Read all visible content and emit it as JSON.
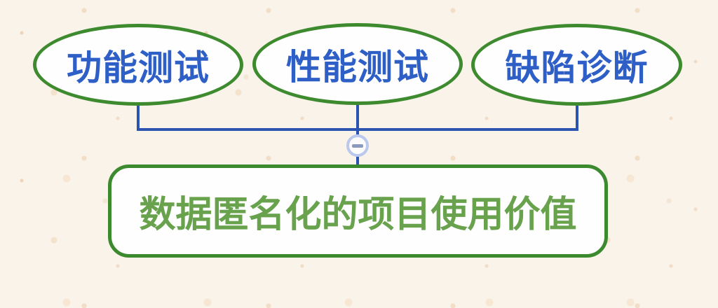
{
  "diagram": {
    "child_nodes": [
      {
        "id": "functional-testing",
        "label": "功能测试"
      },
      {
        "id": "performance-testing",
        "label": "性能测试"
      },
      {
        "id": "defect-diagnosis",
        "label": "缺陷诊断"
      }
    ],
    "root_node": {
      "label": "数据匿名化的项目使用价值"
    },
    "collapse_button": {
      "icon": "minus-icon",
      "state": "expanded"
    },
    "colors": {
      "node_border_green": "#3c8a2e",
      "child_text_blue": "#2e5fc7",
      "root_text_green": "#68a24d",
      "connector_blue": "#2b53b0",
      "collapse_border": "#b9c8ec",
      "collapse_glyph": "#8c9abe",
      "background_cream": "#faf3ea"
    }
  }
}
